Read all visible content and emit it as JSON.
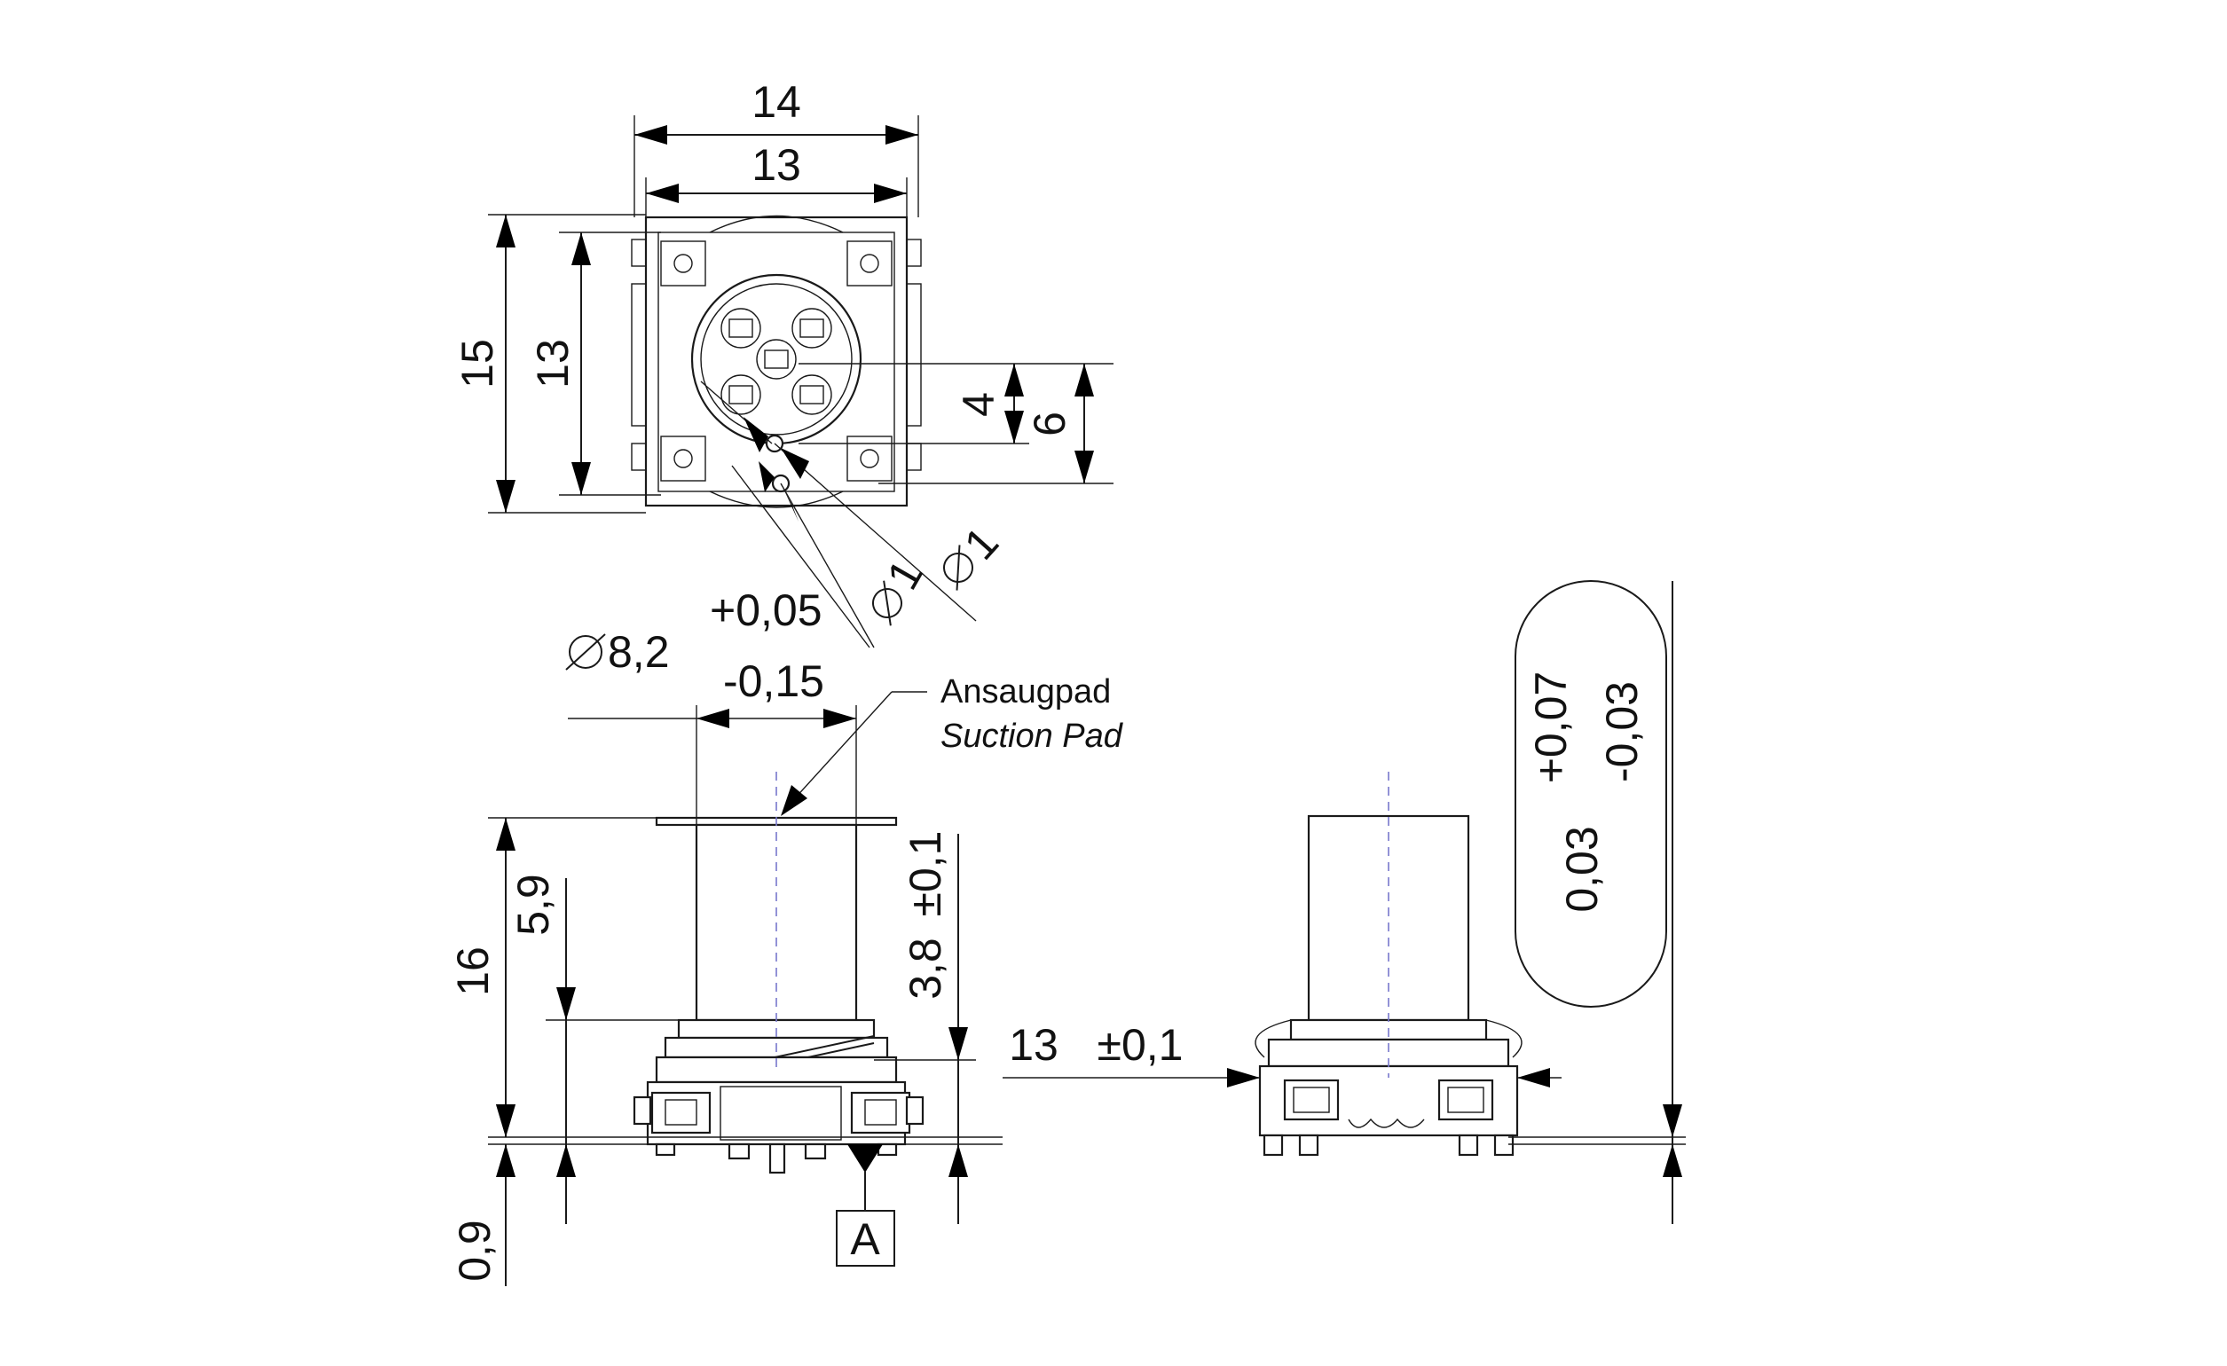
{
  "top_view": {
    "width_outer": "14",
    "width_inner": "13",
    "height_outer": "15",
    "height_inner": "13",
    "offset_small": "4",
    "offset_large": "6",
    "hole_a": "1",
    "hole_b": "1"
  },
  "front_view": {
    "diameter": "8,2",
    "diameter_tol_upper": "+0,05",
    "diameter_tol_lower": "-0,15",
    "pad_label": "Ansaugpad",
    "pad_label_en": "Suction Pad",
    "height_total": "16",
    "height_body": "5,9",
    "height_collar": "3,8",
    "height_collar_tol": "±0,1",
    "pin_height": "0,9",
    "datum": "A"
  },
  "side_view": {
    "width": "13",
    "width_tol": "±0,1",
    "coplanarity": "0,03",
    "coplanarity_tol_upper": "+0,07",
    "coplanarity_tol_lower": "-0,03"
  }
}
